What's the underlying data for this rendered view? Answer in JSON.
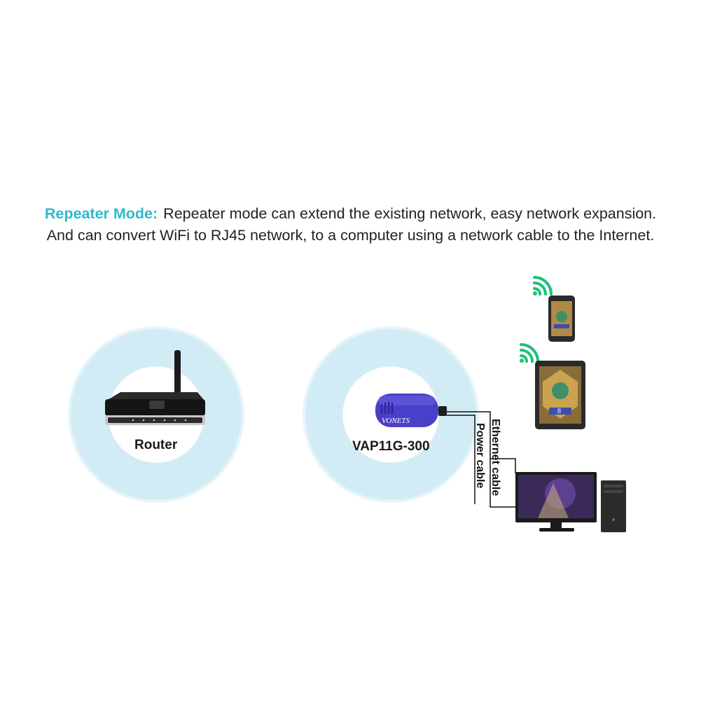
{
  "caption": {
    "mode_label": "Repeater Mode:",
    "mode_text": "Repeater mode can extend the existing network, easy network expansion.",
    "line2": "And can convert WiFi to RJ45 network, to a computer using a network cable to the Internet."
  },
  "devices": {
    "router_label": "Router",
    "repeater_label": "VAP11G-300",
    "repeater_brand": "VONETS"
  },
  "cables": {
    "ethernet_label": "Ethernet cable",
    "power_label": "Power cable"
  },
  "colors": {
    "accent": "#2fb9cf",
    "wifi_green": "#1fc07a",
    "repeater_blue": "#4a3fc8",
    "halo": "#d2ecf6"
  },
  "icons": [
    "wifi-signal-icon",
    "router-icon",
    "repeater-icon",
    "phone-icon",
    "tablet-icon",
    "desktop-computer-icon"
  ]
}
